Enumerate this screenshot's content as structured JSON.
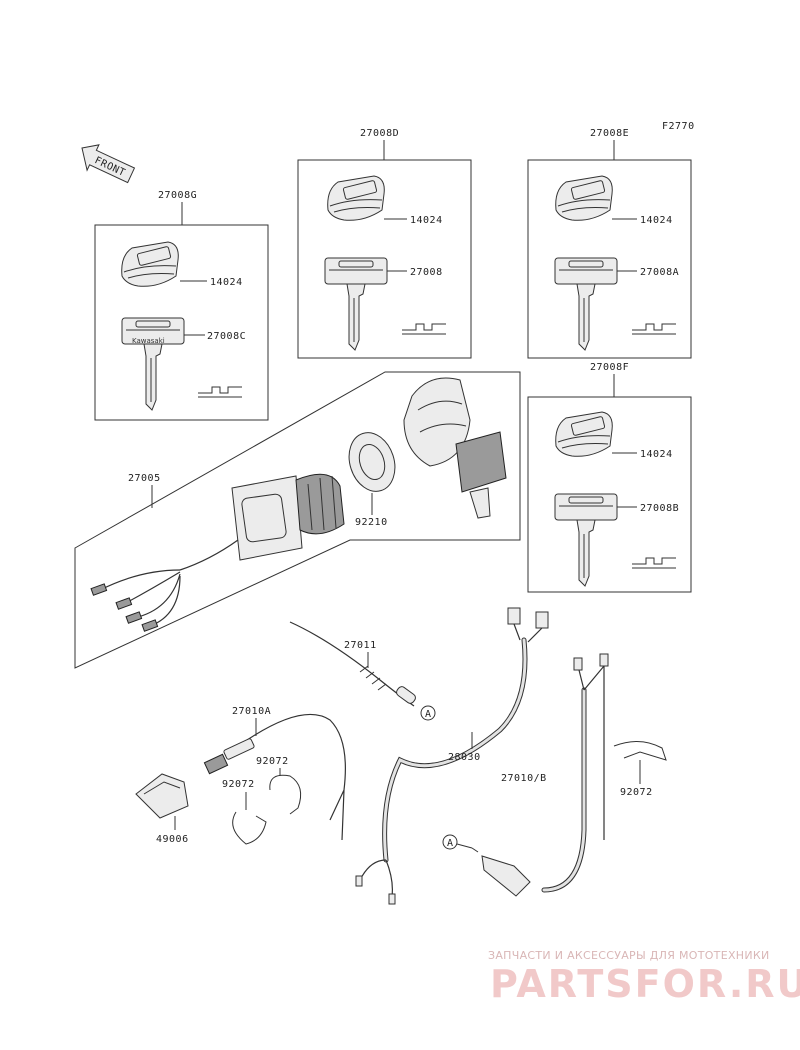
{
  "diagram_code": "F2770",
  "front_label": "FRONT",
  "key_brand": "Kawasaki",
  "kits": {
    "g": {
      "kit": "27008G",
      "knob": "14024",
      "key": "27008C"
    },
    "d": {
      "kit": "27008D",
      "knob": "14024",
      "key": "27008"
    },
    "e": {
      "kit": "27008E",
      "knob": "14024",
      "key": "27008A"
    },
    "f": {
      "kit": "27008F",
      "knob": "14024",
      "key": "27008B"
    }
  },
  "parts": {
    "ignition_switch": "27005",
    "nut": "92210",
    "cable_a": "27011",
    "lanyard_switch": "27010A",
    "clamp_1": "92072",
    "clamp_2": "92072",
    "clamp_3": "92072",
    "lanyard_clip": "49006",
    "harness": "28030",
    "stop_switch": "27010/B"
  },
  "callout_a": "A",
  "watermark": {
    "tagline": "ЗАПЧАСТИ И АКСЕССУАРЫ ДЛЯ МОТОТЕХНИКИ",
    "brand": "PARTSFOR.RU"
  }
}
